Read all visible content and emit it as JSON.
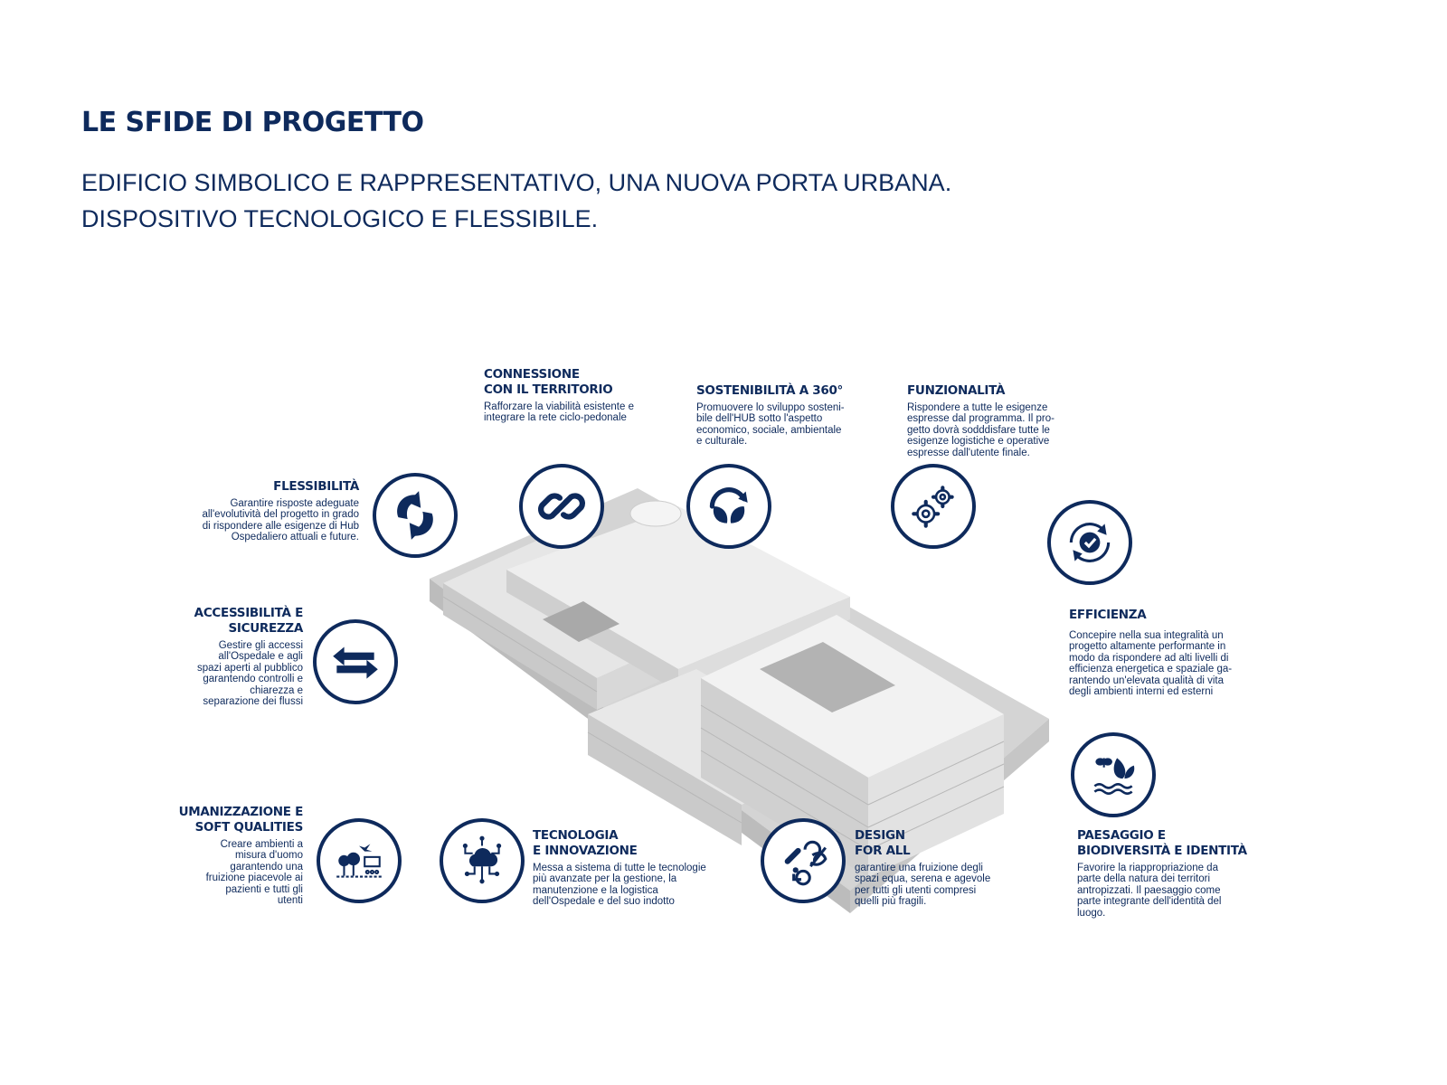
{
  "header": {
    "title": "LE SFIDE DI PROGETTO",
    "subtitle_lines": [
      "EDIFICIO SIMBOLICO E RAPPRESENTATIVO, UNA NUOVA PORTA URBANA.",
      "DISPOSITIVO TECNOLOGICO E FLESSIBILE."
    ]
  },
  "colors": {
    "primary": "#0e2a5c",
    "building": "#dcdcdc",
    "background": "#ffffff"
  },
  "challenges": {
    "connessione": {
      "icon": "link-chain-icon",
      "title_lines": [
        "CONNESSIONE",
        "CON IL TERRITORIO"
      ],
      "desc_lines": [
        "Rafforzare la viabilità esistente e",
        "integrare la rete ciclo-pedonale"
      ]
    },
    "sostenibilita": {
      "icon": "leaf-cycle-icon",
      "title_lines": [
        "SOSTENIBILITÀ A 360°"
      ],
      "desc_lines": [
        "Promuovere lo sviluppo sosteni-",
        "bile dell'HUB  sotto l'aspetto",
        "economico, sociale, ambientale",
        "e culturale."
      ]
    },
    "funzionalita": {
      "icon": "gears-icon",
      "title_lines": [
        "FUNZIONALITÀ"
      ],
      "desc_lines": [
        "Rispondere a tutte le esigenze",
        "espresse dal programma. Il pro-",
        "getto dovrà sodddisfare tutte le",
        "esigenze logistiche e operative",
        "espresse dall'utente finale."
      ]
    },
    "flessibilita": {
      "icon": "flex-arrows-icon",
      "title_lines": [
        "FLESSIBILITÀ"
      ],
      "desc_lines": [
        "Garantire risposte adeguate",
        "all'evolutività del progetto in grado",
        "di rispondere alle esigenze di Hub",
        "Ospedaliero attuali e future."
      ]
    },
    "efficienza": {
      "icon": "gear-check-cycle-icon",
      "title_lines": [
        "EFFICIENZA"
      ],
      "desc_lines": [
        "Concepire nella sua integralità un",
        "progetto altamente performante in",
        "modo da rispondere ad alti livelli di",
        "efficienza energetica e spaziale ga-",
        "rantendo un'elevata qualità di vita",
        "degli ambienti interni ed esterni"
      ]
    },
    "accessibilita": {
      "icon": "double-arrow-icon",
      "title_lines": [
        "ACCESSIBILITÀ E",
        "SICUREZZA"
      ],
      "desc_lines": [
        "Gestire gli accessi",
        "all'Ospedale e agli",
        "spazi aperti al pubblico",
        "garantendo controlli e",
        "chiarezza e",
        "separazione dei flussi"
      ]
    },
    "paesaggio": {
      "icon": "butterfly-leaf-water-icon",
      "title_lines": [
        "PAESAGGIO E",
        "BIODIVERSITÀ E IDENTITÀ"
      ],
      "desc_lines": [
        "Favorire la riappropriazione da",
        "parte della natura  dei territori",
        "antropizzati. Il paesaggio come",
        "parte integrante dell'identità del",
        "luogo."
      ]
    },
    "umanizzazione": {
      "icon": "trees-bird-cinema-icon",
      "title_lines": [
        "UMANIZZAZIONE E",
        "SOFT QUALITIES"
      ],
      "desc_lines": [
        "Creare ambienti a",
        "misura d'uomo",
        "garantendo una",
        "fruizione piacevole ai",
        "pazienti e tutti gli",
        "utenti"
      ]
    },
    "tecnologia": {
      "icon": "cloud-network-icon",
      "title_lines": [
        "TECNOLOGIA",
        "E INNOVAZIONE"
      ],
      "desc_lines": [
        "Messa a sistema di tutte le tecnologie",
        "più avanzate per la gestione, la",
        "manutenzione e la logistica",
        "dell'Ospedale e del suo indotto"
      ]
    },
    "design": {
      "icon": "accessibility-icon",
      "title_lines": [
        "DESIGN",
        "FOR ALL"
      ],
      "desc_lines": [
        "garantire una fruizione degli",
        "spazi equa, serena e agevole",
        "per tutti gli utenti compresi",
        "quelli più fragili."
      ]
    }
  }
}
